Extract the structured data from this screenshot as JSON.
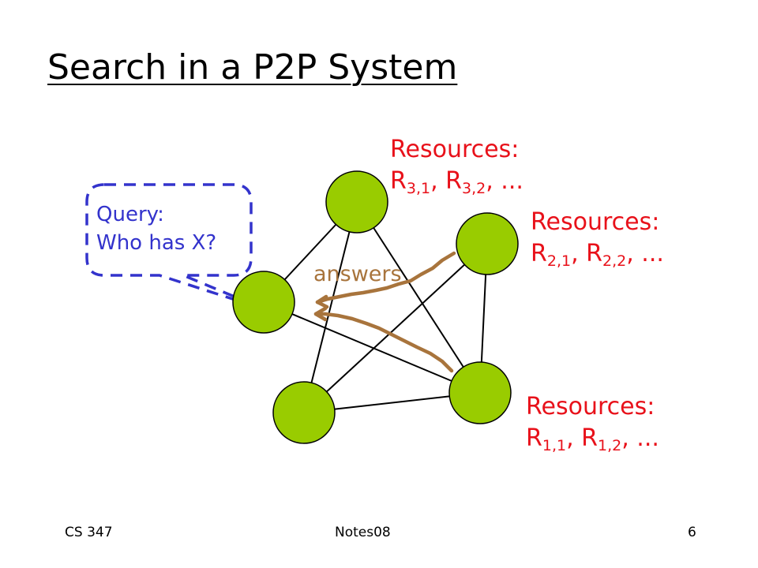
{
  "title": "Search in a P2P System",
  "query_bubble": {
    "line1": "Query:",
    "line2": "Who has X?",
    "color": "#3333cc"
  },
  "answers_label": "answers",
  "answers_color": "#a8743c",
  "node_color": "#99cc00",
  "resource_color": "#e8111a",
  "resources": {
    "r3": {
      "heading": "Resources:",
      "prefix": "R",
      "sub1": "3,1",
      "sep": ", R",
      "sub2": "3,2",
      "tail": ", ..."
    },
    "r2": {
      "heading": "Resources:",
      "prefix": "R",
      "sub1": "2,1",
      "sep": ", R",
      "sub2": "2,2",
      "tail": ", ..."
    },
    "r1": {
      "heading": "Resources:",
      "prefix": "R",
      "sub1": "1,1",
      "sep": ", R",
      "sub2": "1,2",
      "tail": ", ..."
    }
  },
  "footer": {
    "left": "CS 347",
    "center": "Notes08",
    "right": "6"
  }
}
